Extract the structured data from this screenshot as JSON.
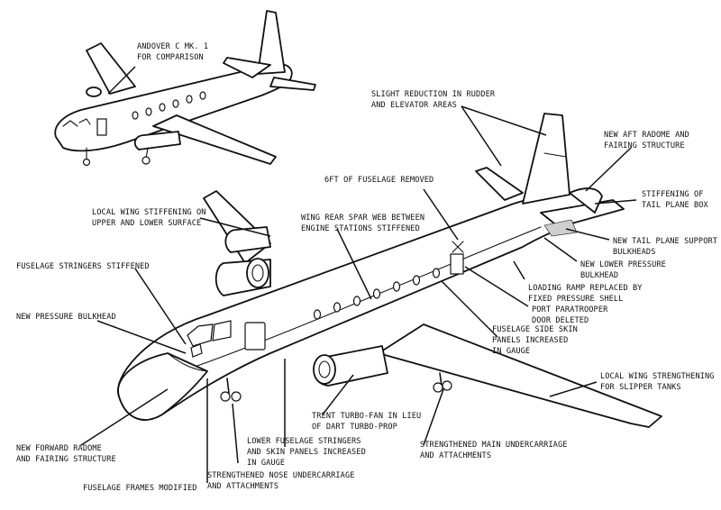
{
  "comparison": {
    "line1": "ANDOVER C MK. 1",
    "line2": "FOR COMPARISON"
  },
  "callouts": {
    "rudder": {
      "line1": "SLIGHT REDUCTION IN RUDDER",
      "line2": "AND ELEVATOR AREAS"
    },
    "aft_radome": {
      "line1": "NEW AFT RADOME AND",
      "line2": "FAIRING STRUCTURE"
    },
    "tailplane_box": {
      "line1": "STIFFENING OF",
      "line2": "TAIL PLANE BOX"
    },
    "fuselage_removed": {
      "line1": "6FT OF FUSELAGE REMOVED"
    },
    "tail_bulkheads": {
      "line1": "NEW TAIL PLANE SUPPORT",
      "line2": "BULKHEADS"
    },
    "lower_bulkhead": {
      "line1": "NEW LOWER PRESSURE",
      "line2": "BULKHEAD"
    },
    "loading_ramp": {
      "line1": "LOADING RAMP REPLACED BY",
      "line2": "FIXED PRESSURE SHELL"
    },
    "paratrooper": {
      "line1": "PORT PARATROOPER",
      "line2": "DOOR DELETED"
    },
    "side_skin": {
      "line1": "FUSELAGE SIDE SKIN",
      "line2": "PANELS INCREASED",
      "line3": "IN GAUGE"
    },
    "wing_strengthening": {
      "line1": "LOCAL WING STRENGTHENING",
      "line2": "FOR SLIPPER TANKS"
    },
    "main_undercarriage": {
      "line1": "STRENGTHENED MAIN UNDERCARRIAGE",
      "line2": "AND ATTACHMENTS"
    },
    "trent": {
      "line1": "TRENT TURBO-FAN IN LIEU",
      "line2": "OF DART TURBO-PROP"
    },
    "lower_stringers": {
      "line1": "LOWER FUSELAGE STRINGERS",
      "line2": "AND SKIN PANELS INCREASED",
      "line3": "IN GAUGE"
    },
    "nose_undercarriage": {
      "line1": "STRENGTHENED NOSE UNDERCARRIAGE",
      "line2": "AND ATTACHMENTS"
    },
    "frames": {
      "line1": "FUSELAGE FRAMES MODIFIED"
    },
    "forward_radome": {
      "line1": "NEW FORWARD RADOME",
      "line2": "AND FAIRING STRUCTURE"
    },
    "pressure_bulkhead": {
      "line1": "NEW PRESSURE BULKHEAD"
    },
    "stringers": {
      "line1": "FUSELAGE STRINGERS STIFFENED"
    },
    "wing_stiffening": {
      "line1": "LOCAL WING STIFFENING ON",
      "line2": "UPPER AND LOWER SURFACE"
    },
    "spar_web": {
      "line1": "WING REAR SPAR WEB BETWEEN",
      "line2": "ENGINE STATIONS STIFFENED"
    }
  }
}
